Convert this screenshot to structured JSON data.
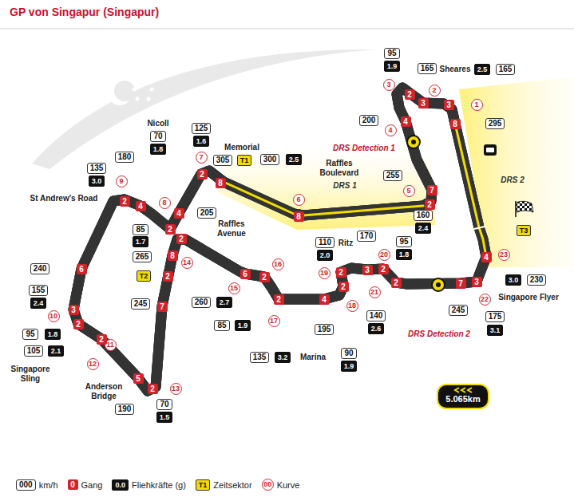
{
  "diagram": {
    "title": "GP von Singapur (Singapur)",
    "nodes": [
      {
        "text": [
          "1"
        ]
      },
      {
        "text": [
          "2"
        ]
      },
      {
        "text": [
          "3"
        ]
      },
      {
        "text": [
          "4"
        ]
      },
      {
        "text": [
          "5"
        ]
      },
      {
        "text": [
          "6"
        ]
      },
      {
        "text": [
          "7"
        ]
      },
      {
        "text": [
          "8"
        ]
      },
      {
        "text": [
          "9"
        ]
      },
      {
        "text": [
          "10"
        ]
      },
      {
        "text": [
          "11"
        ]
      },
      {
        "text": [
          "12"
        ]
      },
      {
        "text": [
          "13"
        ]
      },
      {
        "text": [
          "14"
        ]
      },
      {
        "text": [
          "15"
        ]
      },
      {
        "text": [
          "16"
        ]
      },
      {
        "text": [
          "17"
        ]
      },
      {
        "text": [
          "18"
        ]
      },
      {
        "text": [
          "19"
        ]
      },
      {
        "text": [
          "20"
        ]
      },
      {
        "text": [
          "21"
        ]
      },
      {
        "text": [
          "22"
        ]
      },
      {
        "text": [
          "23"
        ]
      },
      {
        "text": [
          "3"
        ]
      },
      {
        "text": [
          "8"
        ]
      },
      {
        "text": [
          "3"
        ]
      },
      {
        "text": [
          "2"
        ]
      },
      {
        "text": [
          "4"
        ]
      },
      {
        "text": [
          "7"
        ]
      },
      {
        "text": [
          "2"
        ]
      },
      {
        "text": [
          "8"
        ]
      },
      {
        "text": [
          "8"
        ]
      },
      {
        "text": [
          "2"
        ]
      },
      {
        "text": [
          "4"
        ]
      },
      {
        "text": [
          "2"
        ]
      },
      {
        "text": [
          "2"
        ]
      },
      {
        "text": [
          "8"
        ]
      },
      {
        "text": [
          "4"
        ]
      },
      {
        "text": [
          "2"
        ]
      },
      {
        "text": [
          "6"
        ]
      },
      {
        "text": [
          "3"
        ]
      },
      {
        "text": [
          "2"
        ]
      },
      {
        "text": [
          "2"
        ]
      },
      {
        "text": [
          "5"
        ]
      },
      {
        "text": [
          "2"
        ]
      },
      {
        "text": [
          "7"
        ]
      },
      {
        "text": [
          "2"
        ]
      },
      {
        "text": [
          "6"
        ]
      },
      {
        "text": [
          "2"
        ]
      },
      {
        "text": [
          "2"
        ]
      },
      {
        "text": [
          "4"
        ]
      },
      {
        "text": [
          "2"
        ]
      },
      {
        "text": [
          "2"
        ]
      },
      {
        "text": [
          "3"
        ]
      },
      {
        "text": [
          "2"
        ]
      },
      {
        "text": [
          "2"
        ]
      },
      {
        "text": [
          "7"
        ]
      },
      {
        "text": [
          "3"
        ]
      },
      {
        "text": [
          "4"
        ]
      },
      {
        "text": [
          "95"
        ]
      },
      {
        "text": [
          "1.9"
        ]
      },
      {
        "text": [
          "165"
        ]
      },
      {
        "text": [
          "2.5"
        ]
      },
      {
        "text": [
          "165"
        ]
      },
      {
        "text": [
          "200"
        ]
      },
      {
        "text": [
          "295"
        ]
      },
      {
        "text": [
          "255"
        ]
      },
      {
        "text": [
          "160"
        ]
      },
      {
        "text": [
          "2.4"
        ]
      },
      {
        "text": [
          "300"
        ]
      },
      {
        "text": [
          "2.5"
        ]
      },
      {
        "text": [
          "305"
        ]
      },
      {
        "text": [
          "T1"
        ]
      },
      {
        "text": [
          "125"
        ]
      },
      {
        "text": [
          "1.6"
        ]
      },
      {
        "text": [
          "70"
        ]
      },
      {
        "text": [
          "1.8"
        ]
      },
      {
        "text": [
          "180"
        ]
      },
      {
        "text": [
          "135"
        ]
      },
      {
        "text": [
          "3.0"
        ]
      },
      {
        "text": [
          "205"
        ]
      },
      {
        "text": [
          "85"
        ]
      },
      {
        "text": [
          "1.7"
        ]
      },
      {
        "text": [
          "265"
        ]
      },
      {
        "text": [
          "T2"
        ]
      },
      {
        "text": [
          "245"
        ]
      },
      {
        "text": [
          "240"
        ]
      },
      {
        "text": [
          "155"
        ]
      },
      {
        "text": [
          "2.4"
        ]
      },
      {
        "text": [
          "95"
        ]
      },
      {
        "text": [
          "1.8"
        ]
      },
      {
        "text": [
          "105"
        ]
      },
      {
        "text": [
          "2.1"
        ]
      },
      {
        "text": [
          "190"
        ]
      },
      {
        "text": [
          "70"
        ]
      },
      {
        "text": [
          "1.5"
        ]
      },
      {
        "text": [
          "260"
        ]
      },
      {
        "text": [
          "2.7"
        ]
      },
      {
        "text": [
          "85"
        ]
      },
      {
        "text": [
          "1.9"
        ]
      },
      {
        "text": [
          "135"
        ]
      },
      {
        "text": [
          "3.2"
        ]
      },
      {
        "text": [
          "195"
        ]
      },
      {
        "text": [
          "90"
        ]
      },
      {
        "text": [
          "1.9"
        ]
      },
      {
        "text": [
          "110"
        ]
      },
      {
        "text": [
          "2.0"
        ]
      },
      {
        "text": [
          "170"
        ]
      },
      {
        "text": [
          "95"
        ]
      },
      {
        "text": [
          "1.8"
        ]
      },
      {
        "text": [
          "140"
        ]
      },
      {
        "text": [
          "2.6"
        ]
      },
      {
        "text": [
          "245"
        ]
      },
      {
        "text": [
          "175"
        ]
      },
      {
        "text": [
          "3.1"
        ]
      },
      {
        "text": [
          "3.0"
        ]
      },
      {
        "text": [
          "230"
        ]
      },
      {
        "text": [
          "T3"
        ]
      },
      {
        "text": [
          "5.065km"
        ]
      }
    ],
    "labels": [
      "Sheares",
      "Nicoll",
      "Memorial",
      "Raffles Boulevard",
      "DRS Detection 1",
      "DRS 1",
      "DRS 2",
      "St Andrew's Road",
      "Raffles Avenue",
      "Ritz",
      "Singapore Flyer",
      "Singapore Sling",
      "Anderson Bridge",
      "Marina",
      "DRS Detection 2",
      "000",
      "0",
      "0.0",
      "T1",
      "00"
    ],
    "legend": [
      {
        "text": "km/h"
      },
      {
        "text": "Gang"
      },
      {
        "text": "Fliehkräfte (g)"
      },
      {
        "text": "Zeitsektor"
      },
      {
        "text": "Kurve"
      }
    ]
  }
}
